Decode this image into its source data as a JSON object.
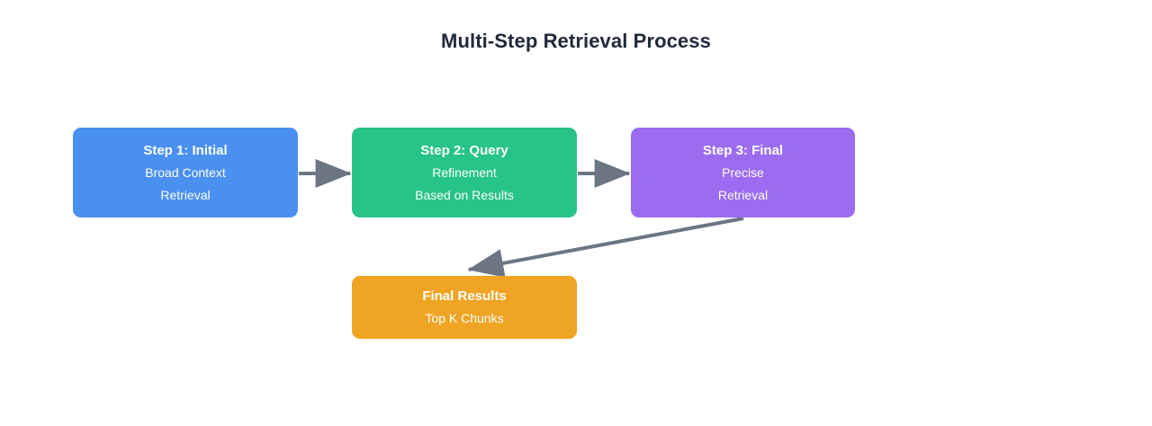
{
  "diagram": {
    "title": "Multi-Step Retrieval Process",
    "type": "flowchart",
    "background_color": "#ffffff",
    "title_color": "#22293b",
    "edge_color": "#6b7584",
    "nodes": [
      {
        "id": "step1",
        "title": "Step 1: Initial",
        "line2": "Broad Context",
        "line3": "Retrieval",
        "color": "#4a90f0"
      },
      {
        "id": "step2",
        "title": "Step 2: Query",
        "line2": "Refinement",
        "line3": "Based on Results",
        "color": "#26c486"
      },
      {
        "id": "step3",
        "title": "Step 3: Final",
        "line2": "Precise",
        "line3": "Retrieval",
        "color": "#9b6cf0"
      },
      {
        "id": "final",
        "title": "Final Results",
        "line2": "Top K Chunks",
        "color": "#f0a423"
      }
    ],
    "edges": [
      {
        "id": "edge-1-2",
        "from": "step1",
        "to": "step2",
        "style": "solid-arrow"
      },
      {
        "id": "edge-2-3",
        "from": "step2",
        "to": "step3",
        "style": "solid-arrow"
      },
      {
        "id": "edge-3-final",
        "from": "step3",
        "to": "final",
        "style": "solid-arrow"
      }
    ]
  }
}
